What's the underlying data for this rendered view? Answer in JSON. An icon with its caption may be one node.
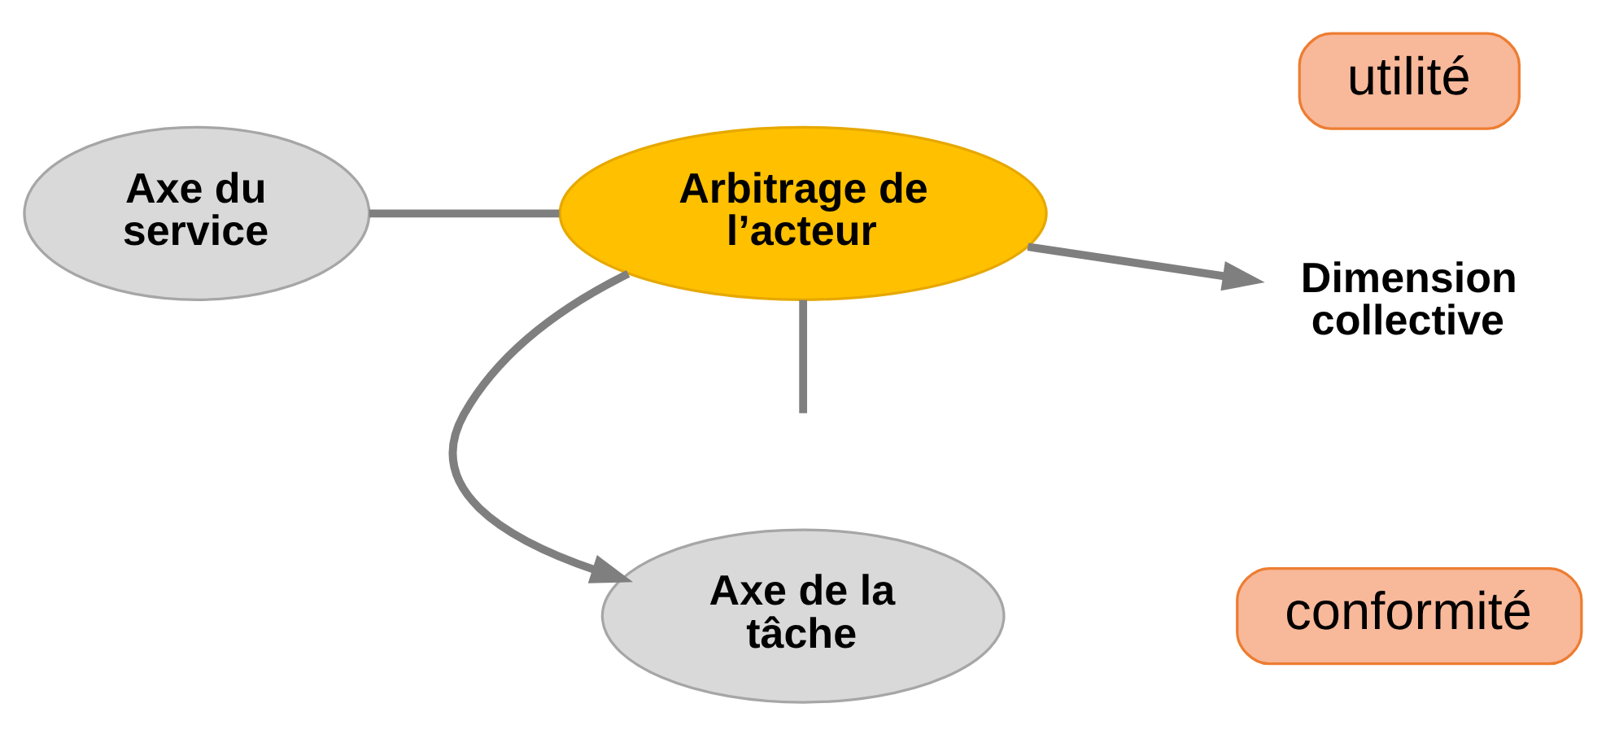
{
  "diagram": {
    "nodes": [
      {
        "text": [
          "Axe de la tâche"
        ]
      },
      {
        "text": [
          "conformité"
        ]
      },
      {
        "text": [
          "Axe du service"
        ]
      },
      {
        "text": [
          "Arbitrage de l’acteur"
        ]
      },
      {
        "text": [
          "Dimension collective"
        ]
      },
      {
        "text": [
          "utilité"
        ]
      }
    ],
    "edges": [
      {
        "from": 3,
        "to": 0,
        "arrow": "to"
      },
      {
        "from": 2,
        "to": 3,
        "arrow": "none"
      },
      {
        "from": 3,
        "to": 4,
        "arrow": "to"
      },
      {
        "from": 3,
        "to": null,
        "arrow": "none"
      }
    ]
  }
}
